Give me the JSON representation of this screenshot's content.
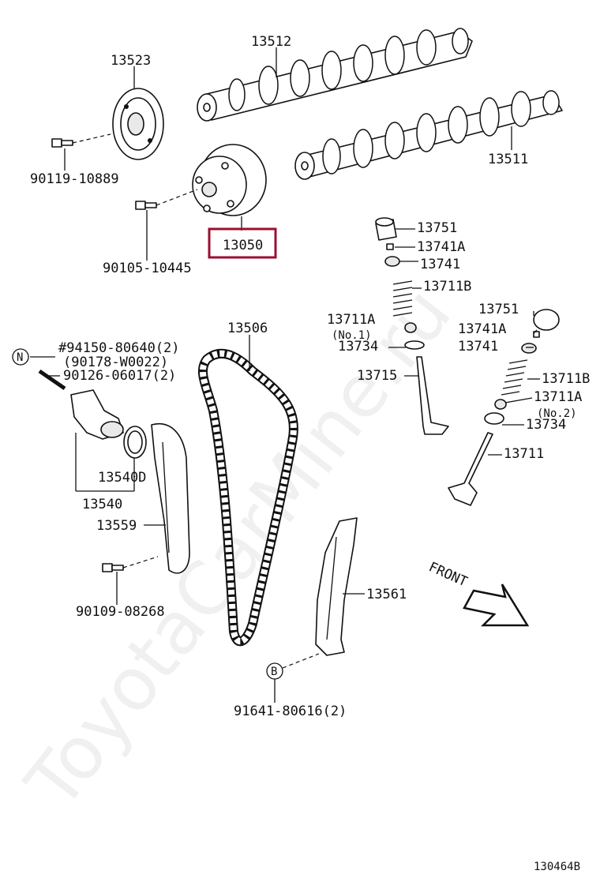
{
  "watermark": "ToyotaCarMine.ru",
  "figure_id": "130464B",
  "highlight": {
    "part": "13050",
    "color": "#9b1030"
  },
  "direction_label": "FRONT",
  "callouts": {
    "p13523": "13523",
    "p13512": "13512",
    "p13511": "13511",
    "p90119": "90119-10889",
    "p90105": "90105-10445",
    "p13050": "13050",
    "p13751a": "13751",
    "p13741Aa": "13741A",
    "p13741a": "13741",
    "p13711Ba": "13711B",
    "p13711Aa": "13711A",
    "p13711Aa_sub": "(No.1)",
    "p13734a": "13734",
    "p13715": "13715",
    "p13751b": "13751",
    "p13741Ab": "13741A",
    "p13741b": "13741",
    "p13711Bb": "13711B",
    "p13711Ab": "13711A",
    "p13711Ab_sub": "(No.2)",
    "p13734b": "13734",
    "p13711": "13711",
    "p13506": "13506",
    "note_n": "N",
    "p94150": "#94150-80640(2)",
    "p90178": "(90178-W0022)",
    "p90126": "90126-06017(2)",
    "p13540D": "13540D",
    "p13540": "13540",
    "p13559": "13559",
    "p90109": "90109-08268",
    "p13561": "13561",
    "note_b": "B",
    "p91641": "91641-80616(2)"
  }
}
